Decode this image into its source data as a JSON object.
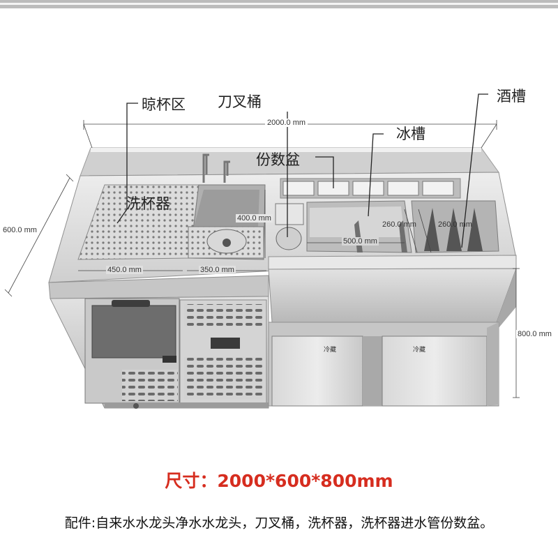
{
  "labels": {
    "cup_drying_area": "晾杯区",
    "knife_fork_bucket": "刀叉桶",
    "wine_trough": "酒槽",
    "ice_trough": "冰槽",
    "portion_pans": "份数盆",
    "cup_washer": "洗杯器"
  },
  "dimensions": {
    "total_length": "2000.0 mm",
    "depth": "600.0 mm",
    "height": "800.0 mm",
    "drain_board_width": "450.0 mm",
    "sink_width": "350.0 mm",
    "sink_depth": "400.0 mm",
    "ice_trough_width": "500.0 mm",
    "ice_trough_depth": "260.0 mm",
    "wine_trough_depth": "260.0 mm"
  },
  "door_labels": {
    "left_door": "冷藏",
    "right_door": "冷藏"
  },
  "size_text": "尺寸：2000*600*800mm",
  "accessories_text": "配件:自来水水龙头净水水龙头，刀叉桶，洗杯器，洗杯器进水管份数盆。",
  "colors": {
    "size_text": "#d62d1f",
    "steel_light": "#e4e4e4",
    "steel_mid": "#c4c4c4",
    "steel_dark": "#8a8a8a"
  }
}
